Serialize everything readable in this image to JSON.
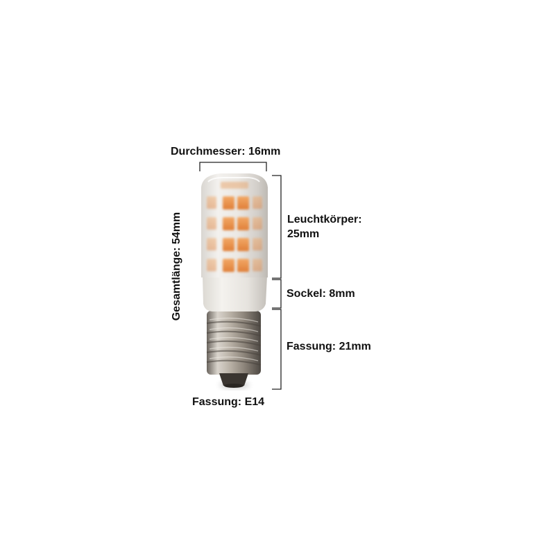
{
  "image": {
    "subject": "E14 LED bulb",
    "background_color": "#ffffff",
    "led_color": "#e9944e"
  },
  "labels": {
    "diameter": "Durchmesser: 16mm",
    "total_length": "Gesamtlänge: 54mm",
    "body_line1": "Leuchtkörper:",
    "body_line2": "25mm",
    "sockel": "Sockel: 8mm",
    "fassung_length": "Fassung: 21mm",
    "fassung_type": "Fassung: E14"
  }
}
